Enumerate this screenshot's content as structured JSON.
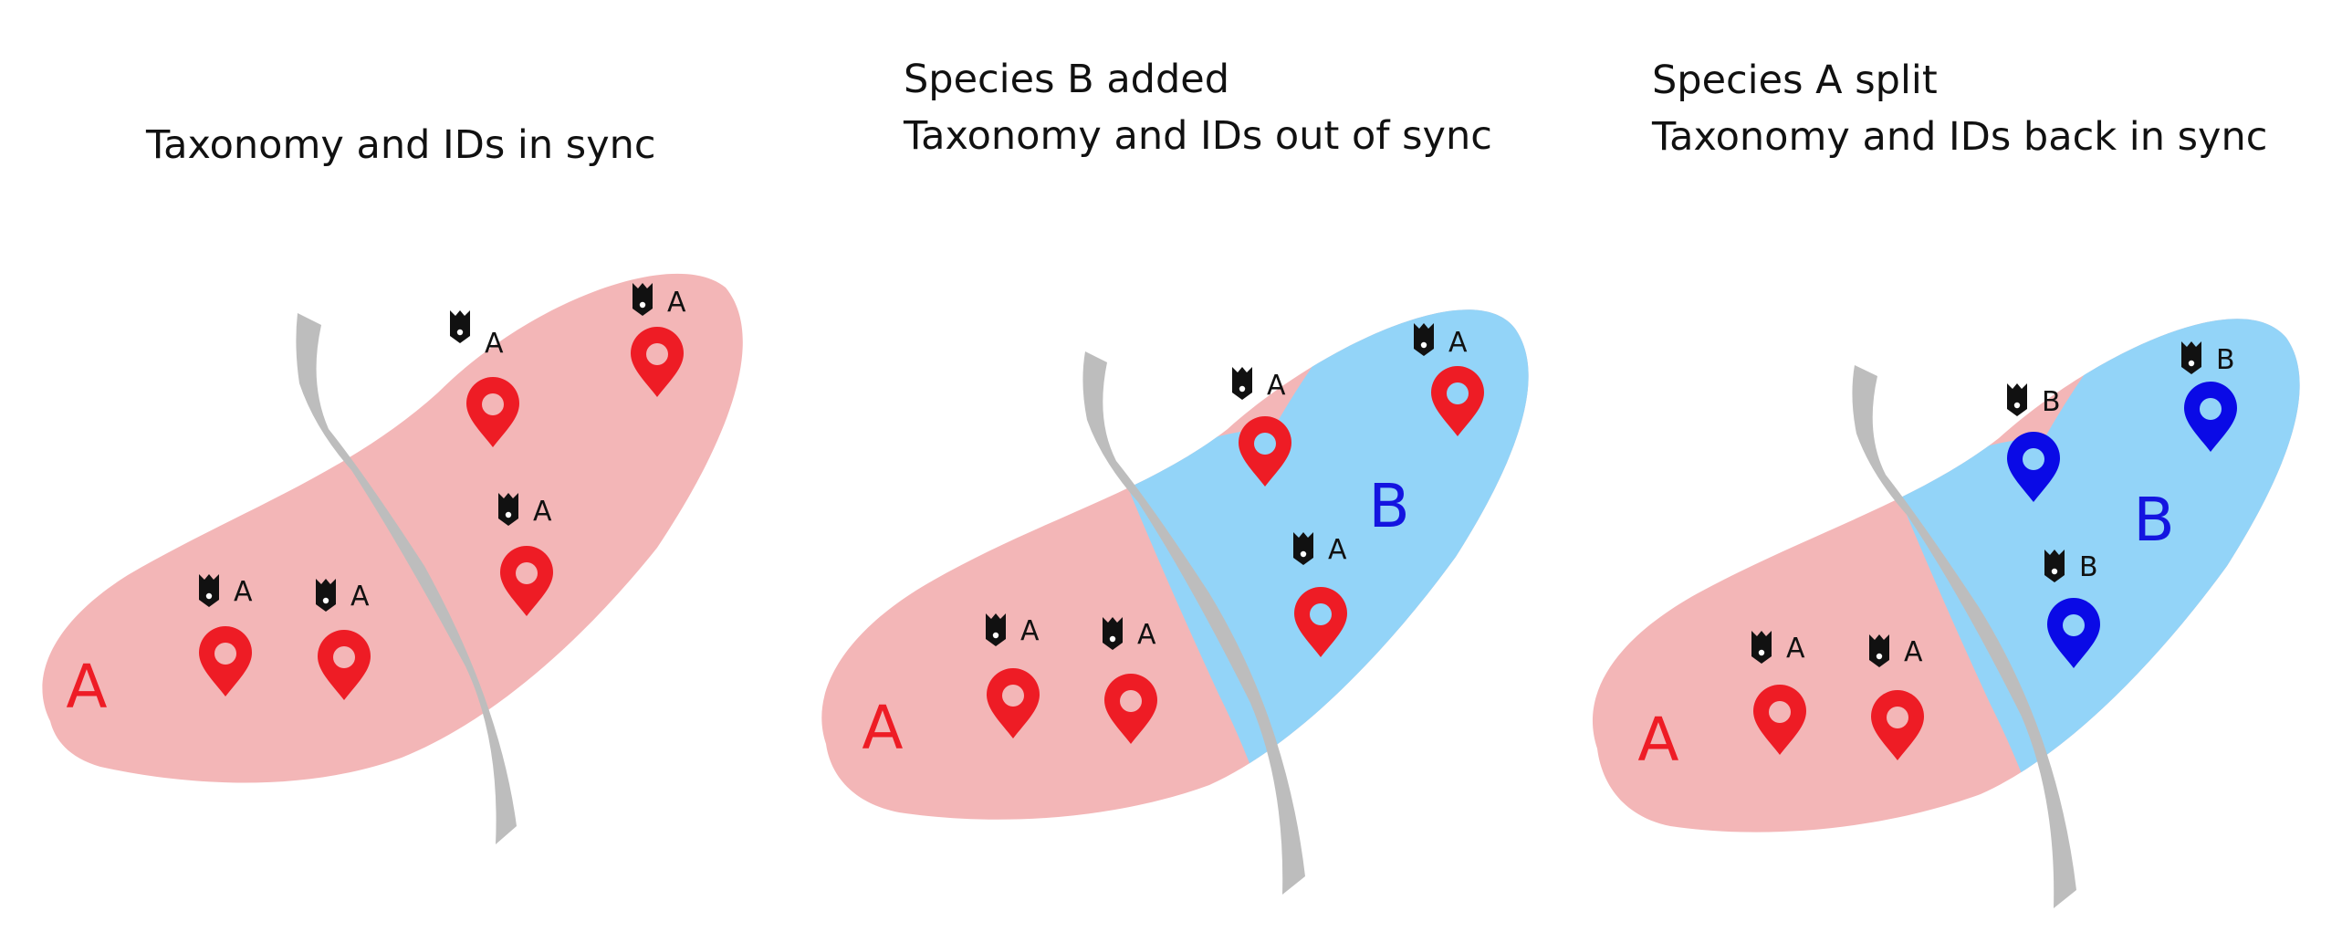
{
  "colors": {
    "region_a": "#f3b6b7",
    "region_b": "#93d4f8",
    "river": "#bdbdbd",
    "pin_a": "#ee1c25",
    "pin_b": "#0a0ae6",
    "label_a": "#ee1c25",
    "label_b": "#1414e0",
    "tag": "#111111"
  },
  "panels": [
    {
      "title_lines": [
        "Taxonomy and IDs in sync"
      ],
      "region_labels": [
        "A"
      ],
      "tag_labels": [
        "A",
        "A",
        "A",
        "A",
        "A"
      ]
    },
    {
      "title_lines": [
        "Species B added",
        "Taxonomy and IDs out of sync"
      ],
      "region_labels": [
        "A",
        "B"
      ],
      "tag_labels": [
        "A",
        "A",
        "A",
        "A",
        "A"
      ]
    },
    {
      "title_lines": [
        "Species A split",
        "Taxonomy and IDs back in sync"
      ],
      "region_labels": [
        "A",
        "B"
      ],
      "tag_labels": [
        "A",
        "A",
        "B",
        "B",
        "B"
      ]
    }
  ],
  "icons": {
    "pin": "map-pin-icon",
    "tag": "id-tag-icon"
  }
}
